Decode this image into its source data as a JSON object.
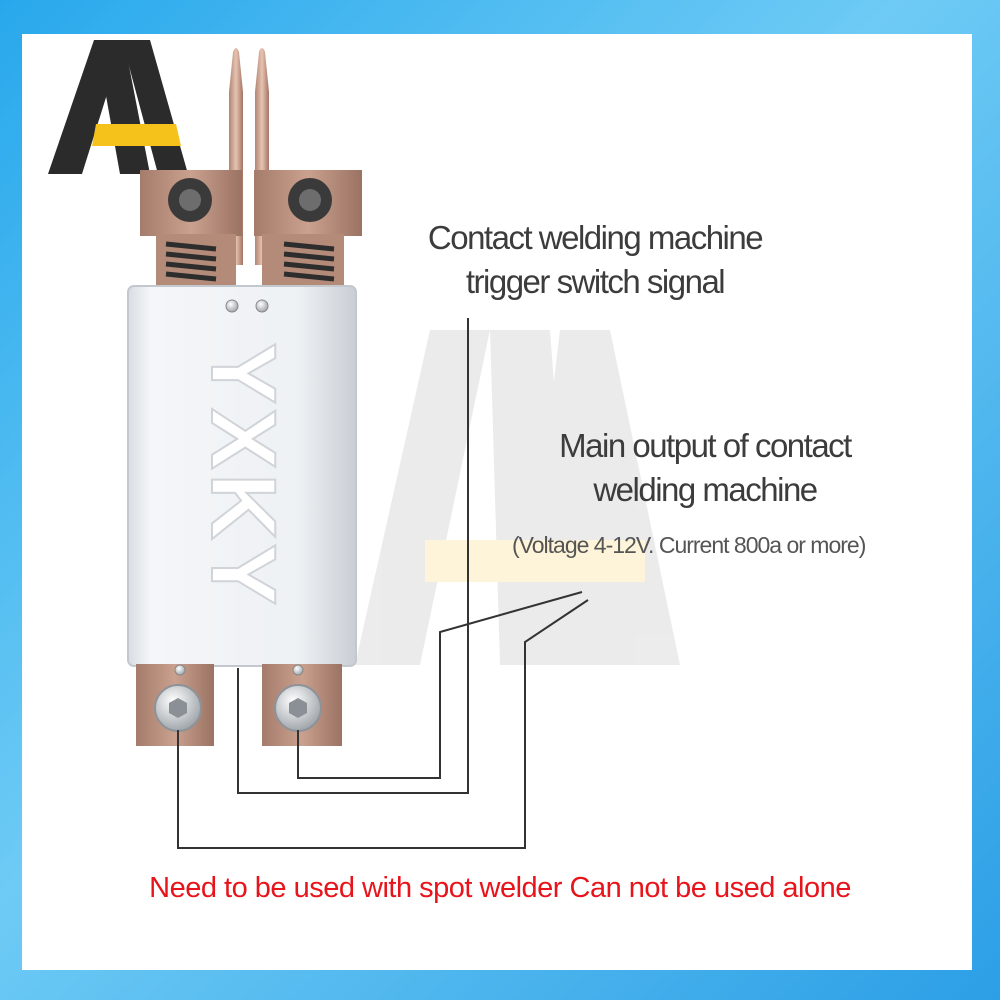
{
  "labels": {
    "trigger_line1": "Contact welding machine",
    "trigger_line2": "trigger switch signal",
    "output_line1": "Main output of contact",
    "output_line2": "welding machine",
    "spec": "(Voltage 4-12V. Current 800a or more)",
    "warning": "Need to be used with spot welder Can not be used alone"
  },
  "device": {
    "body_text": "YXKY"
  },
  "logo": {
    "letters": "AA"
  },
  "colors": {
    "frame_blue": "#2aa6ea",
    "warning_red": "#e8141b",
    "copper": "#b48a78",
    "logo_black": "#2b2b2b",
    "logo_yellow": "#f5c21b"
  }
}
